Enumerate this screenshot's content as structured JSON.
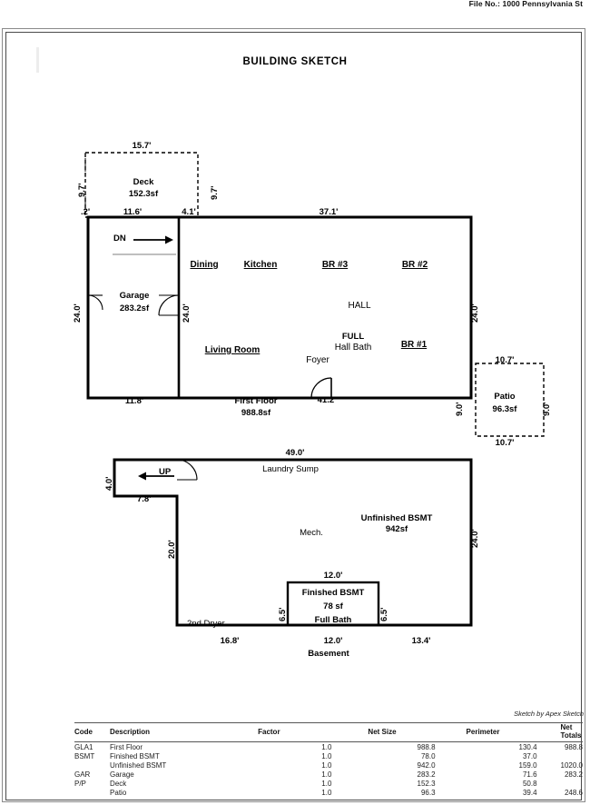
{
  "header": {
    "file_no": "File No.: 1000 Pennsylvania St"
  },
  "sheet": {
    "title": "BUILDING SKETCH",
    "credit": "Sketch by Apex Sketch"
  },
  "first_floor": {
    "name": "First Floor",
    "area": "988.8sf",
    "deck": {
      "name": "Deck",
      "area": "152.3sf",
      "dim_top": "15.7'",
      "dim_left": "9.7'",
      "dim_right": "9.7'"
    },
    "garage": {
      "name": "Garage",
      "area": "283.2sf",
      "dim_left": "24.0'",
      "dim_right": "24.0'",
      "dim_bottom": "11.8'",
      "dim_top": "11.6'",
      "stair_label": "DN"
    },
    "patio": {
      "name": "Patio",
      "area": "96.3sf",
      "dim_top": "10.7'",
      "dim_bottom": "10.7'",
      "dim_left": "9.0'",
      "dim_right": "9.0'"
    },
    "dims": {
      "corner_left": ".2'",
      "gap": "4.1'",
      "main_top": "37.1'",
      "main_right": "24.0'",
      "main_bottom": "41.2'"
    },
    "rooms": [
      {
        "label": "Dining",
        "style": "underline"
      },
      {
        "label": "Kitchen",
        "style": "underline"
      },
      {
        "label": "BR #3",
        "style": "underline"
      },
      {
        "label": "BR #2",
        "style": "underline"
      },
      {
        "label": "HALL",
        "style": "plain"
      },
      {
        "label": "Living Room",
        "style": "underline"
      },
      {
        "label": "FULL",
        "style": "plain-bold"
      },
      {
        "label": "Hall Bath",
        "style": "plain"
      },
      {
        "label": "BR #1",
        "style": "underline"
      },
      {
        "label": "Foyer",
        "style": "plain"
      }
    ]
  },
  "basement": {
    "name": "Basement",
    "dims": {
      "top": "49.0'",
      "left_upper": "4.0'",
      "notch_bottom": "7.8'",
      "left_lower": "20.0'",
      "right": "24.0'",
      "bottom_left": "16.8'",
      "bottom_mid": "12.0'",
      "bottom_right": "13.4'"
    },
    "unfinished": {
      "name": "Unfinished BSMT",
      "area": "942sf"
    },
    "finished": {
      "name": "Finished BSMT",
      "area": "78 sf",
      "bath": "Full Bath",
      "dim_top": "12.0'",
      "dim_left": "6.5'",
      "dim_right": "6.5'"
    },
    "labels": {
      "laundry": "Laundry Sump",
      "stair": "UP",
      "mech": "Mech.",
      "dryer": "2nd Dryer"
    }
  },
  "summary_table": {
    "columns": [
      "Code",
      "Description",
      "Factor",
      "Net Size",
      "Perimeter",
      "Net Totals"
    ],
    "rows": [
      {
        "code": "GLA1",
        "description": "First Floor",
        "factor": "1.0",
        "net_size": "988.8",
        "perimeter": "130.4",
        "net_totals": "988.8"
      },
      {
        "code": "BSMT",
        "description": "Finished BSMT",
        "factor": "1.0",
        "net_size": "78.0",
        "perimeter": "37.0",
        "net_totals": ""
      },
      {
        "code": "",
        "description": "Unfinished BSMT",
        "factor": "1.0",
        "net_size": "942.0",
        "perimeter": "159.0",
        "net_totals": "1020.0"
      },
      {
        "code": "GAR",
        "description": "Garage",
        "factor": "1.0",
        "net_size": "283.2",
        "perimeter": "71.6",
        "net_totals": "283.2"
      },
      {
        "code": "P/P",
        "description": "Deck",
        "factor": "1.0",
        "net_size": "152.3",
        "perimeter": "50.8",
        "net_totals": ""
      },
      {
        "code": "",
        "description": "Patio",
        "factor": "1.0",
        "net_size": "96.3",
        "perimeter": "39.4",
        "net_totals": "248.6"
      }
    ]
  }
}
